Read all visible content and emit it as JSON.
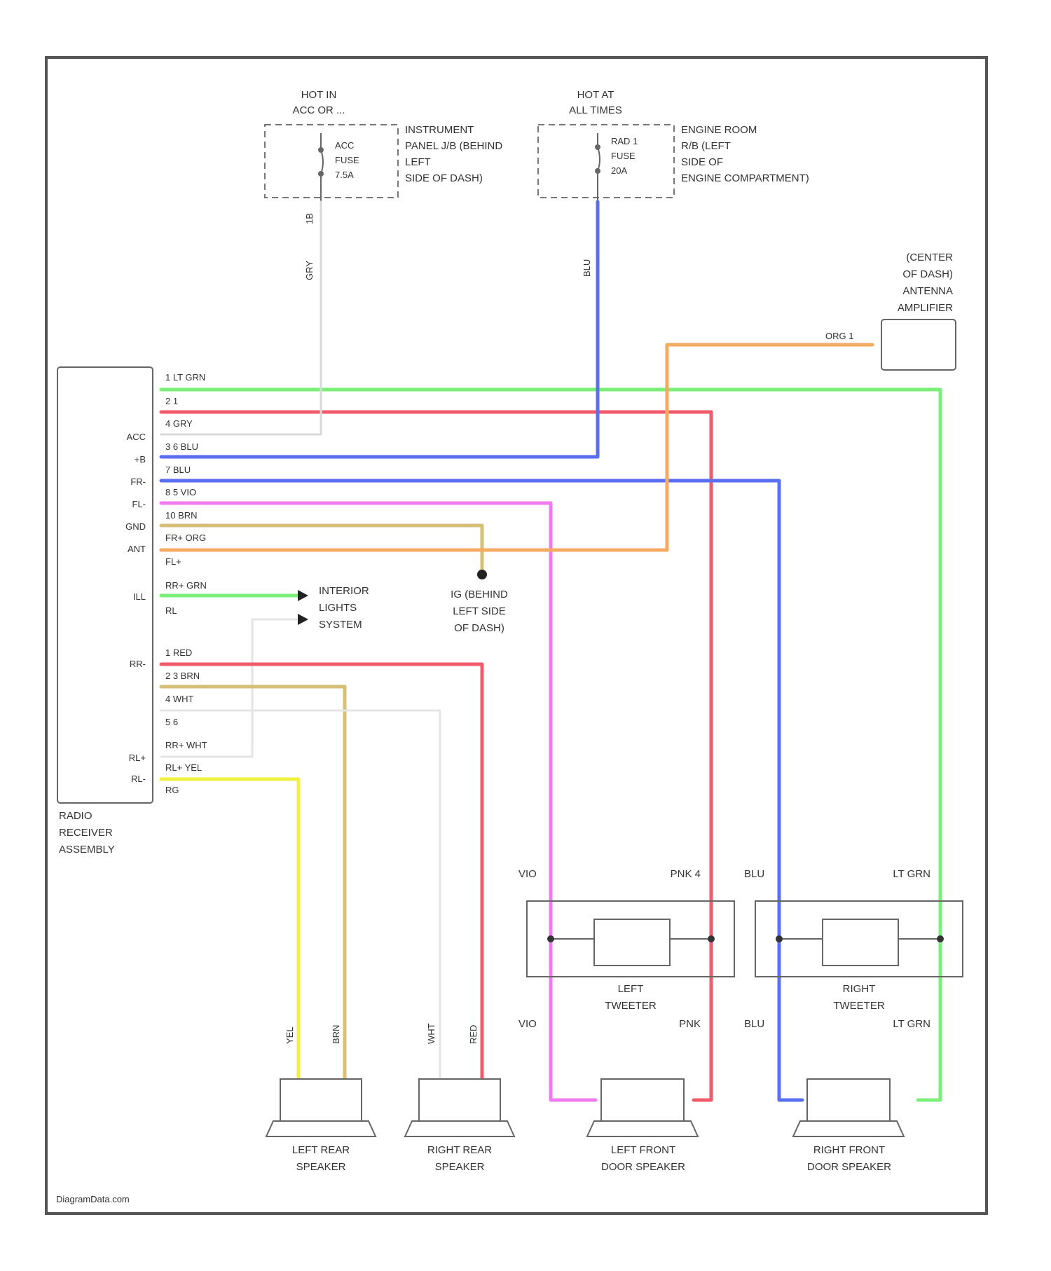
{
  "watermark": "DiagramData.com",
  "fuses": {
    "acc": {
      "hot_label": [
        "HOT IN",
        "ACC OR ..."
      ],
      "box_label": [
        "ACC",
        "FUSE",
        "7.5A"
      ],
      "location": [
        "INSTRUMENT",
        "PANEL J/B (BEHIND",
        "LEFT",
        "SIDE OF DASH)"
      ],
      "pin": "1B",
      "wire": "GRY"
    },
    "rad": {
      "hot_label": [
        "HOT AT",
        "ALL TIMES"
      ],
      "box_label": [
        "RAD 1",
        "FUSE",
        "20A"
      ],
      "location": [
        "ENGINE ROOM",
        "R/B (LEFT",
        "SIDE OF",
        "ENGINE COMPARTMENT)"
      ],
      "wire": "BLU"
    }
  },
  "antenna": {
    "label": [
      "(CENTER",
      "OF DASH)",
      "ANTENNA",
      "AMPLIFIER"
    ],
    "wire": "ORG 1"
  },
  "receiver": {
    "label": [
      "RADIO",
      "RECEIVER",
      "ASSEMBLY"
    ],
    "side_labels": [
      "ACC",
      "+B",
      "FR-",
      "FL-",
      "GND",
      "ANT",
      "ILL",
      "RR-",
      "RL+",
      "RL-"
    ],
    "pins": [
      "1  LT GRN",
      "2  1",
      "4  GRY",
      "3  6  BLU",
      "7  BLU",
      "8  5  VIO",
      "10  BRN",
      "FR+  ORG",
      "FL+",
      "RR+  GRN",
      "RL",
      "1  RED",
      "2  3  BRN",
      "4  WHT",
      "5  6",
      "RR+  WHT",
      "RL+  YEL",
      "RG"
    ]
  },
  "ground": {
    "label": [
      "IG (BEHIND",
      "LEFT SIDE",
      "OF DASH)"
    ]
  },
  "interior": {
    "label": [
      "INTERIOR",
      "LIGHTS",
      "SYSTEM"
    ]
  },
  "tweeters": [
    {
      "name": [
        "LEFT",
        "TWEETER"
      ],
      "top_left": "VIO",
      "top_right": "PNK 4",
      "bottom_left": "VIO",
      "bottom_right": "PNK"
    },
    {
      "name": [
        "RIGHT",
        "TWEETER"
      ],
      "top_left": "BLU",
      "top_right": "LT GRN",
      "bottom_left": "BLU",
      "bottom_right": "LT GRN"
    }
  ],
  "speakers": [
    {
      "name": [
        "LEFT REAR",
        "SPEAKER"
      ],
      "wire_left": "YEL",
      "wire_right": "BRN"
    },
    {
      "name": [
        "RIGHT REAR",
        "SPEAKER"
      ],
      "wire_left": "WHT",
      "wire_right": "RED"
    },
    {
      "name": [
        "LEFT FRONT",
        "DOOR SPEAKER"
      ]
    },
    {
      "name": [
        "RIGHT FRONT",
        "DOOR SPEAKER"
      ]
    }
  ],
  "wire_colors": {
    "lt_grn": "#7af07a",
    "red": "#f05a6a",
    "gry": "#d8d8d8",
    "blu": "#5a6ef0",
    "pnk": "#f07af0",
    "brn": "#d6c078",
    "org": "#f4aa60",
    "yel": "#f0f040",
    "wht": "#e4e4e4"
  }
}
